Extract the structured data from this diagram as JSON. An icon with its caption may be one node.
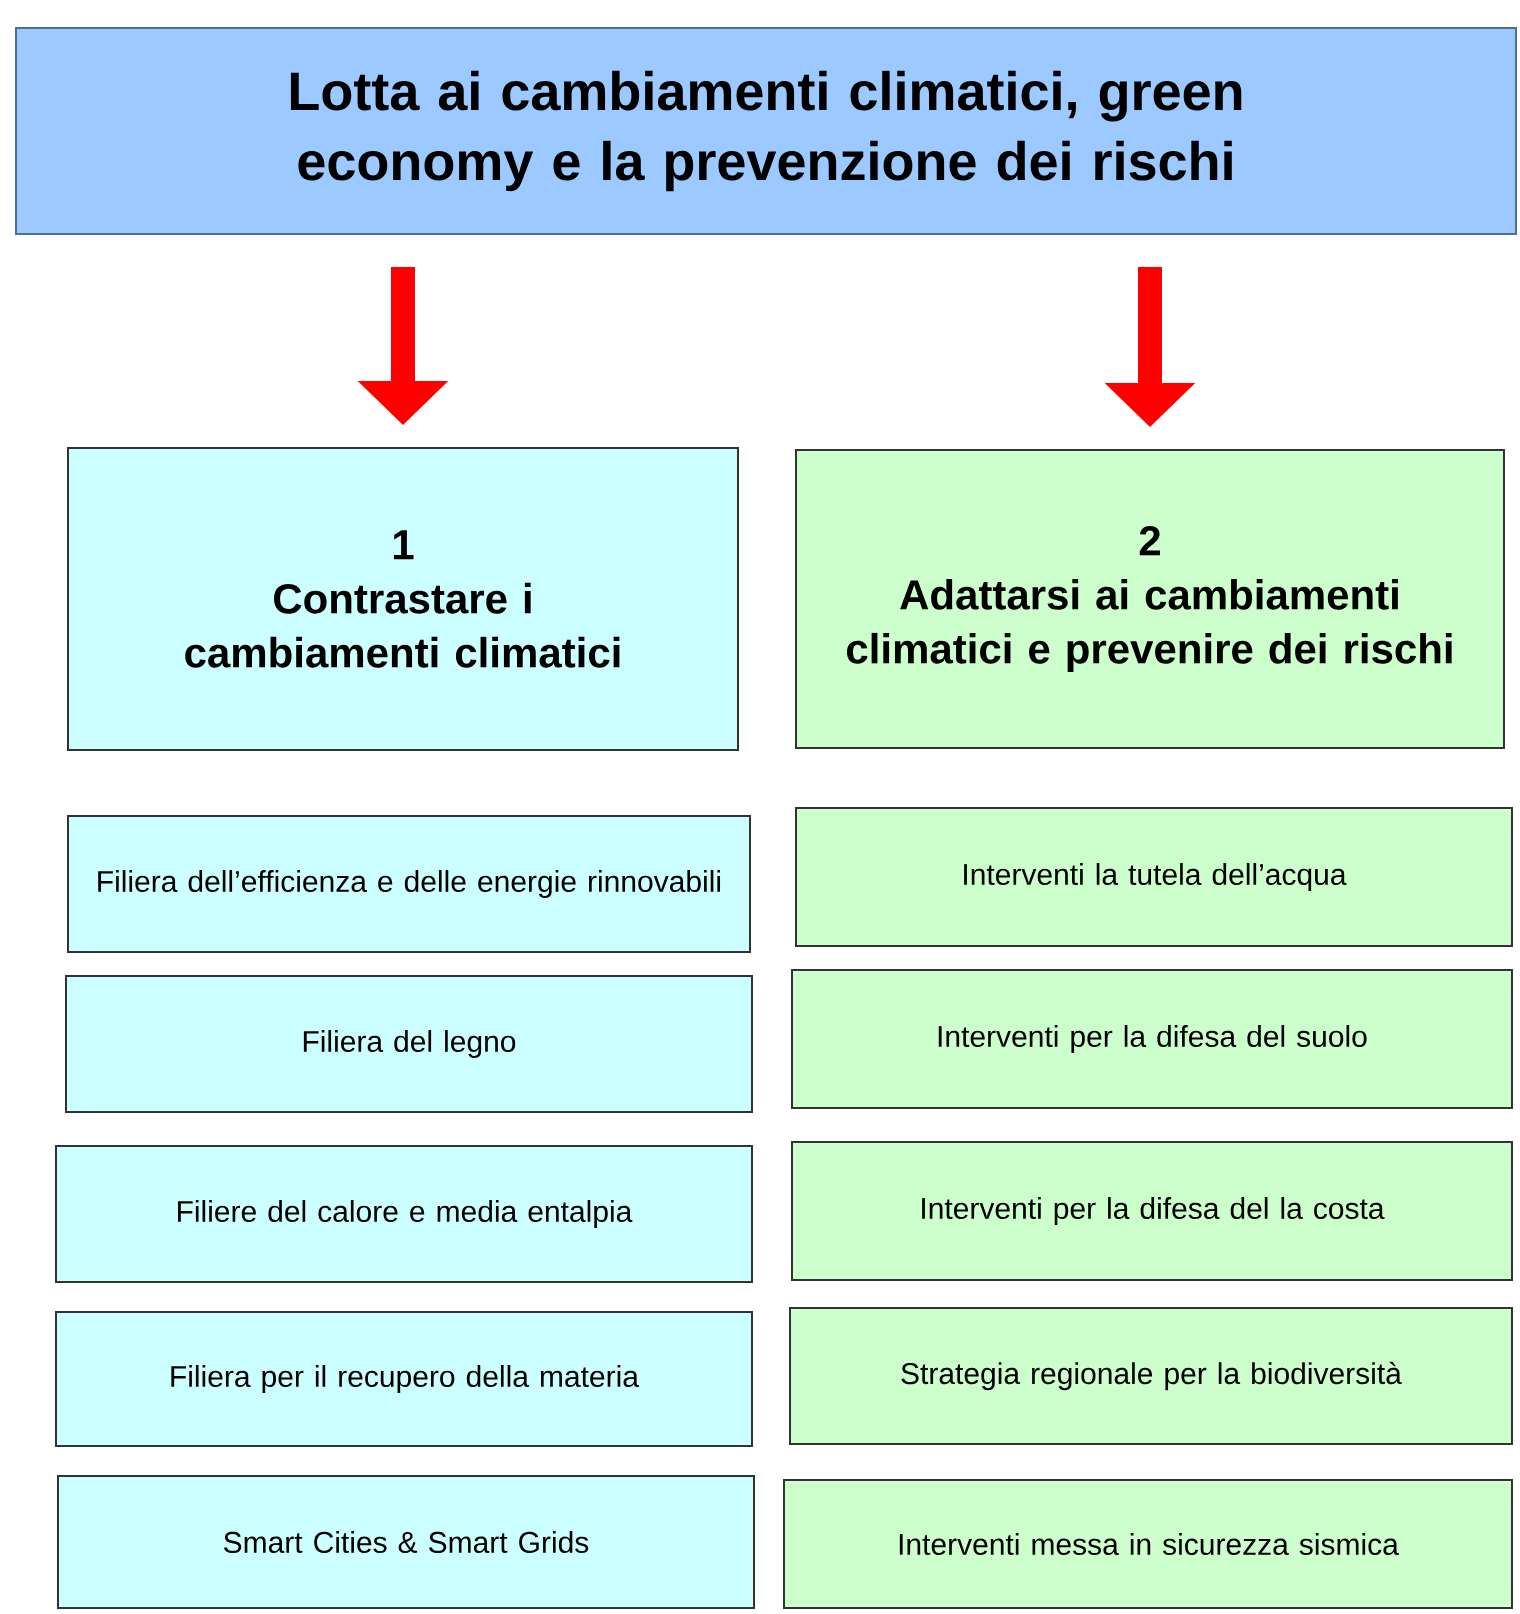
{
  "diagram": {
    "nodes": [
      {
        "text": [
          "Lotta ai cambiamenti climatici, green economy e la prevenzione dei rischi"
        ]
      },
      {
        "text": [
          "1",
          "Contrastare i cambiamenti climatici"
        ]
      },
      {
        "text": [
          "2",
          "Adattarsi ai cambiamenti climatici e prevenire dei rischi"
        ]
      },
      {
        "text": [
          "Filiera dell’efficienza e delle energie rinnovabili"
        ]
      },
      {
        "text": [
          "Interventi la tutela dell’acqua"
        ]
      },
      {
        "text": [
          "Filiera del legno"
        ]
      },
      {
        "text": [
          "Interventi per la difesa del suolo"
        ]
      },
      {
        "text": [
          "Filiere del calore e media entalpia"
        ]
      },
      {
        "text": [
          "Interventi per la difesa del la costa"
        ]
      },
      {
        "text": [
          "Filiera per il recupero della materia"
        ]
      },
      {
        "text": [
          "Strategia regionale per la biodiversità"
        ]
      },
      {
        "text": [
          "Smart Cities & Smart Grids"
        ]
      },
      {
        "text": [
          "Interventi messa in sicurezza sismica"
        ]
      }
    ],
    "edges": [
      {
        "from": 0,
        "to": 1,
        "arrow": "to"
      },
      {
        "from": 0,
        "to": 2,
        "arrow": "to"
      }
    ]
  }
}
